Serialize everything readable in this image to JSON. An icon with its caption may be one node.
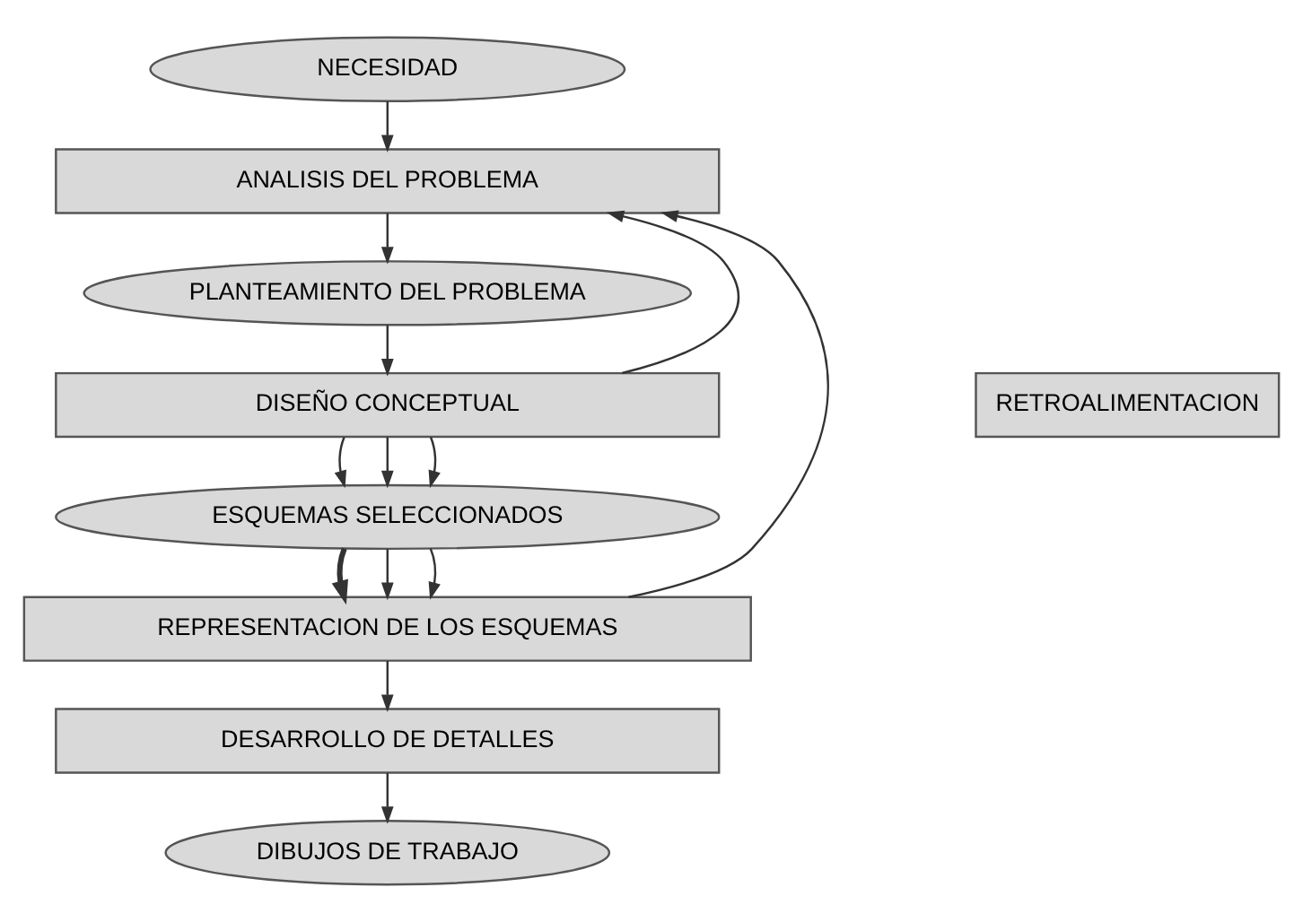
{
  "diagram": {
    "nodes": [
      {
        "text": [
          "NECESIDAD"
        ]
      },
      {
        "text": [
          "ANALISIS DEL PROBLEMA"
        ]
      },
      {
        "text": [
          "PLANTEAMIENTO DEL PROBLEMA"
        ]
      },
      {
        "text": [
          "DISEÑO CONCEPTUAL"
        ]
      },
      {
        "text": [
          "ESQUEMAS SELECCIONADOS"
        ]
      },
      {
        "text": [
          "REPRESENTACION DE LOS ESQUEMAS"
        ]
      },
      {
        "text": [
          "DESARROLLO DE DETALLES"
        ]
      },
      {
        "text": [
          "DIBUJOS DE TRABAJO"
        ]
      },
      {
        "text": [
          "RETROALIMENTACION"
        ]
      }
    ],
    "edges": [
      {
        "from": 0,
        "to": 1,
        "arrow": "to"
      },
      {
        "from": 1,
        "to": 2,
        "arrow": "to"
      },
      {
        "from": 2,
        "to": 3,
        "arrow": "to"
      },
      {
        "from": 3,
        "to": 4,
        "arrow": "to"
      },
      {
        "from": 3,
        "to": 4,
        "arrow": "to"
      },
      {
        "from": 3,
        "to": 4,
        "arrow": "to"
      },
      {
        "from": 4,
        "to": 5,
        "arrow": "to",
        "style": "thick"
      },
      {
        "from": 4,
        "to": 5,
        "arrow": "to"
      },
      {
        "from": 4,
        "to": 5,
        "arrow": "to"
      },
      {
        "from": 5,
        "to": 6,
        "arrow": "to"
      },
      {
        "from": 6,
        "to": 7,
        "arrow": "to"
      },
      {
        "from": 5,
        "to": 1,
        "arrow": "to"
      },
      {
        "from": 3,
        "to": 1,
        "arrow": "to"
      }
    ]
  }
}
